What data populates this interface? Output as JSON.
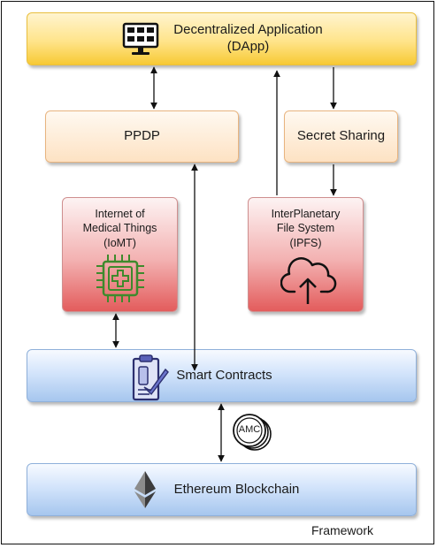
{
  "nodes": {
    "dapp": {
      "line1": "Decentralized Application",
      "line2": "(DApp)"
    },
    "ppdp": {
      "label": "PPDP"
    },
    "secret_sharing": {
      "label": "Secret Sharing"
    },
    "iomt": {
      "line1": "Internet of",
      "line2": "Medical Things",
      "line3": "(IoMT)"
    },
    "ipfs": {
      "line1": "InterPlanetary",
      "line2": "File System",
      "line3": "(IPFS)"
    },
    "smart_contracts": {
      "label": "Smart Contracts"
    },
    "ethereum": {
      "label": "Ethereum Blockchain"
    }
  },
  "coin": {
    "label": "AMC"
  },
  "caption": "Framework",
  "icons": {
    "dapp": "monitor-dashboard-icon",
    "iomt": "medical-chip-icon",
    "ipfs": "cloud-upload-icon",
    "smart_contracts": "contract-clipboard-icon",
    "ethereum": "ethereum-diamond-icon",
    "coin": "coin-stack-icon"
  },
  "colors": {
    "application_layer": "#ffe48a",
    "service_layer": "#fde2c3",
    "storage_layer": "#f3b1b1",
    "blockchain_layer": "#a6c6ee"
  }
}
